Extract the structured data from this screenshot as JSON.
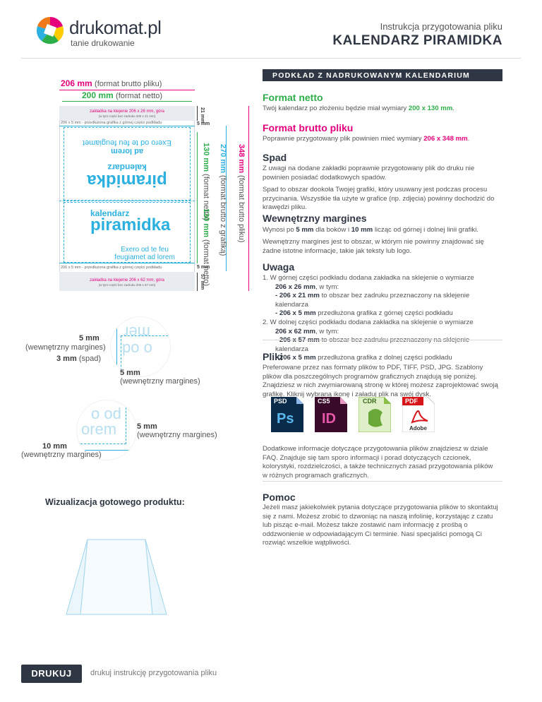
{
  "header": {
    "logo_name": "drukomat.pl",
    "logo_sub": "tanie drukowanie",
    "subtitle": "Instrukcja przygotowania pliku",
    "title": "KALENDARZ PIRAMIDKA"
  },
  "template": {
    "brutto_width": "206 mm",
    "brutto_width_note": "(format brutto pliku)",
    "netto_width": "200 mm",
    "netto_width_note": "(format netto)",
    "top_tab_label": "zakładka na klejenie 206 x 26 mm, góra",
    "top_tab_sub": "(w tym część bez zadruku 206 x 21 mm)",
    "top_extension": "206 x 5 mm - przedłużona grafika z górnej części podkładu",
    "bottom_extension": "206 x 5 mm - przedłużona grafika z górnej części podkładu",
    "bottom_tab_label": "zakładka na klejenie 206 x 62 mm, góra",
    "bottom_tab_sub": "(w tym część bez zadruku 206 x 57 mm)",
    "dim_21": "21 mm",
    "dim_5_top": "5 mm",
    "dim_5_bottom": "5 mm",
    "dim_57": "57 mm",
    "upper_130": "130 mm",
    "upper_130_note": "(format netto)",
    "lower_130": "130 mm",
    "lower_130_note": "(format netto)",
    "dim_270": "270 mm",
    "dim_270_note": "(format brutto z grafiką)",
    "dim_348": "348 mm",
    "dim_348_note": "(format brutto pliku)",
    "sample_kalendarz": "kalendarz",
    "sample_piramidka": "piramidka",
    "sample_text_1": "Exero od te feu",
    "sample_text_2": "feugiamet ad lorem",
    "flip_text_1": "Exero od te feu feugiamet",
    "flip_text_2": "ad lorem"
  },
  "zoom": {
    "z1_text_a": "mer",
    "z1_text_b": "po o",
    "z1_5mm": "5 mm",
    "z1_5mm_note": "(wewnętrzny margines)",
    "z1_3mm": "3 mm",
    "z1_3mm_note": "(spad)",
    "z1_5mm_b": "5 mm",
    "z1_5mm_b_note": "(wewnętrzny margines)",
    "z2_text_a": "o od",
    "z2_text_b": "orem",
    "z2_5mm": "5 mm",
    "z2_5mm_note": "(wewnętrzny margines)",
    "z2_10mm": "10 mm",
    "z2_10mm_note": "(wewnętrzny margines)"
  },
  "viz_label": "Wizualizacja gotowego produktu:",
  "sections": {
    "bar": "PODKŁAD Z NADRUKOWANYM KALENDARIUM",
    "netto_title": "Format netto",
    "netto_text_pre": "Twój kalendarz po złożeniu będzie miał wymiary ",
    "netto_text_val": "200 x 130 mm",
    "netto_text_post": ".",
    "brutto_title": "Format brutto pliku",
    "brutto_text_pre": "Poprawnie przygotowany plik powinien mieć wymiary ",
    "brutto_text_val": "206 x 348 mm",
    "brutto_text_post": ".",
    "spad_title": "Spad",
    "spad_p1": "Z uwagi na dodane zakładki poprawnie przygotowany plik do druku nie powinien posiadać dodatkowych spadów.",
    "spad_p2": "Spad to obszar dookoła Twojej grafiki, który usuwany jest podczas procesu przycinania. Wszystkie tła użyte w grafice (np. zdjęcia) powinny dochodzić do krawędzi pliku.",
    "margin_title": "Wewnętrzny margines",
    "margin_p1_a": "Wynosi po ",
    "margin_p1_b": "5 mm",
    "margin_p1_c": " dla boków i ",
    "margin_p1_d": "10 mm",
    "margin_p1_e": " licząc od górnej i dolnej linii grafiki.",
    "margin_p2": "Wewnętrzny margines jest to obszar, w którym nie powinny znajdować się żadne istotne informacje, takie jak teksty lub logo.",
    "uwaga_title": "Uwaga",
    "uwaga_l1": "1.  W górnej części podkładu dodana zakładka na sklejenie o wymiarze",
    "uwaga_l2_b": "206 x 26 mm",
    "uwaga_l2_r": ", w tym:",
    "uwaga_l3_b": "- 206 x 21 mm",
    "uwaga_l3_r": " to obszar bez zadruku przeznaczony na sklejenie kalendarza",
    "uwaga_l4_b": "- 206 x 5 mm",
    "uwaga_l4_r": " przedłużona grafika z górnej części podkładu",
    "uwaga_l5": "2.  W dolnej części podkładu dodana zakładka na sklejenie o wymiarze",
    "uwaga_l6_b": "206 x 62 mm",
    "uwaga_l6_r": ", w tym:",
    "uwaga_l7_b": "- 206 x 57 mm",
    "uwaga_l7_r": " to obszar bez zadruku przeznaczony na sklejenie kalendarza",
    "uwaga_l8_b": "- 206 x 5 mm",
    "uwaga_l8_r": " przedłużona grafika z dolnej części podkładu",
    "pliki_title": "Pliki",
    "pliki_p1": "Preferowane przez nas formaty plików to PDF, TIFF, PSD, JPG. Szablony plików dla poszczególnych programów graficznych znajdują się poniżej. Znajdziesz w nich zwymiarowaną stronę w której możesz zaprojektować swoją grafikę. Kliknij wybraną ikonę i załaduj plik na swój dysk.",
    "pliki_p2": "Dodatkowe informacje dotyczące przygotowania plików znajdziesz w dziale FAQ. Znajduje się tam sporo informacji i porad dotyczących czcionek, kolorystyki, rozdzielczości, a także technicznych zasad przygotowania plików w różnych programach graficznych.",
    "pomoc_title": "Pomoc",
    "pomoc_p": "Jeżeli masz jakiekolwiek pytania dotyczące przygotowania plików to skontaktuj się z nami. Możesz zrobić to dzwoniąc na naszą infolinię, korzystając z czatu lub pisząc e-mail. Możesz także zostawić nam informację z prośbą o oddzwonienie w odpowiadającym Ci terminie. Nasi specjaliści pomogą Ci rozwiąć wszelkie wątpliwości."
  },
  "icons": {
    "psd_label": "PSD",
    "psd_glyph": "Ps",
    "cs5_label": "CS5",
    "cs5_glyph": "ID",
    "cdr_label": "CDR",
    "pdf_label": "PDF",
    "pdf_brand": "Adobe"
  },
  "footer": {
    "button": "DRUKUJ",
    "text": "drukuj instrukcję przygotowania pliku"
  }
}
